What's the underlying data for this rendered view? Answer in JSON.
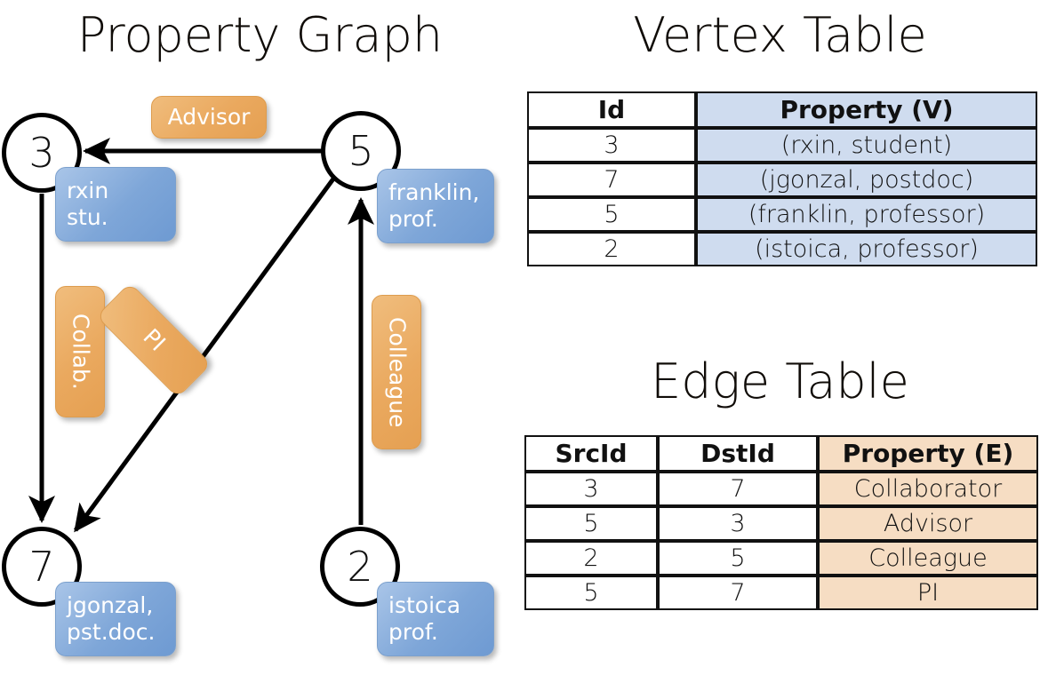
{
  "graph": {
    "title": "Property Graph",
    "nodes": [
      {
        "id": "3",
        "property_lines": [
          "rxin",
          "stu."
        ]
      },
      {
        "id": "5",
        "property_lines": [
          "franklin,",
          "prof."
        ]
      },
      {
        "id": "7",
        "property_lines": [
          "jgonzal,",
          "pst.doc."
        ]
      },
      {
        "id": "2",
        "property_lines": [
          "istoica",
          "prof."
        ]
      }
    ],
    "edge_labels": {
      "advisor": "Advisor",
      "collab": "Collab.",
      "pi": "PI",
      "colleague": "Colleague"
    },
    "colors": {
      "vertex_property": "#7ea6d8",
      "edge_property": "#eaa95f",
      "stroke": "#000000"
    }
  },
  "vertex_table": {
    "title": "Vertex Table",
    "headers": [
      "Id",
      "Property (V)"
    ],
    "rows": [
      [
        "3",
        "(rxin, student)"
      ],
      [
        "7",
        "(jgonzal, postdoc)"
      ],
      [
        "5",
        "(franklin, professor)"
      ],
      [
        "2",
        "(istoica, professor)"
      ]
    ],
    "property_fill": "#cfdcef"
  },
  "edge_table": {
    "title": "Edge Table",
    "headers": [
      "SrcId",
      "DstId",
      "Property (E)"
    ],
    "rows": [
      [
        "3",
        "7",
        "Collaborator"
      ],
      [
        "5",
        "3",
        "Advisor"
      ],
      [
        "2",
        "5",
        "Colleague"
      ],
      [
        "5",
        "7",
        "PI"
      ]
    ],
    "property_fill": "#f6ddc3"
  }
}
